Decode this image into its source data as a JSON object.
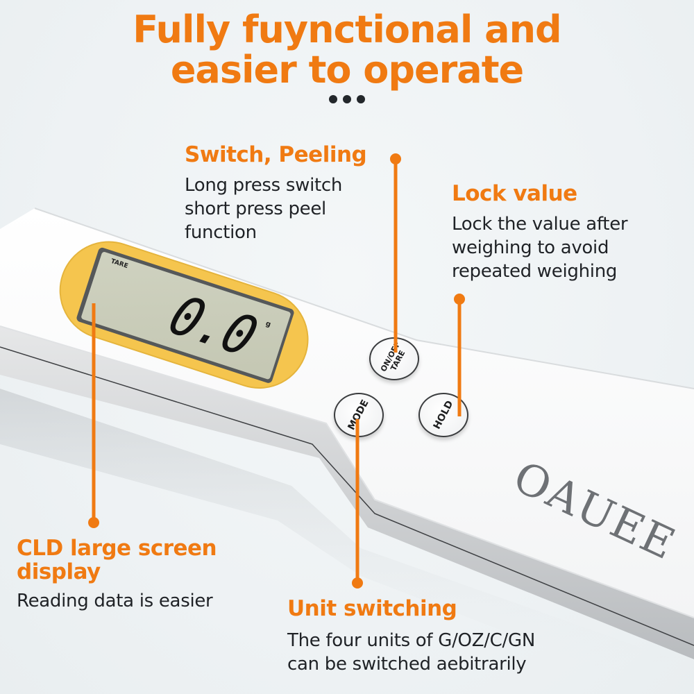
{
  "header": {
    "title_line1": "Fully fuynctional and",
    "title_line2": "easier to operate",
    "separator": "three-dots"
  },
  "product": {
    "brand": "OAUEE",
    "display": {
      "label": "TARE",
      "reading": "0.0",
      "unit": "g"
    },
    "buttons": [
      {
        "label": "ON/OFF TARE",
        "line1": "ON/OFF",
        "line2": "TARE"
      },
      {
        "label": "MODE"
      },
      {
        "label": "HOLD"
      }
    ]
  },
  "callouts": {
    "switch": {
      "title": "Switch, Peeling",
      "text": "Long press switch\nshort press peel\nfunction"
    },
    "lock": {
      "title": "Lock value",
      "text": "Lock the value after\nweighing to avoid\nrepeated weighing"
    },
    "cld": {
      "title": "CLD large screen\ndisplay",
      "text": "Reading data is easier"
    },
    "unit": {
      "title": "Unit switching",
      "text": "The four units of G/OZ/C/GN\ncan be switched aebitrarily"
    }
  },
  "colors": {
    "accent": "#f07a12",
    "text": "#1f2226",
    "background": "#eef2f4",
    "bezel": "#f5c54e",
    "lcd": "#c9ccb8",
    "brand_text": "#6e7175"
  }
}
